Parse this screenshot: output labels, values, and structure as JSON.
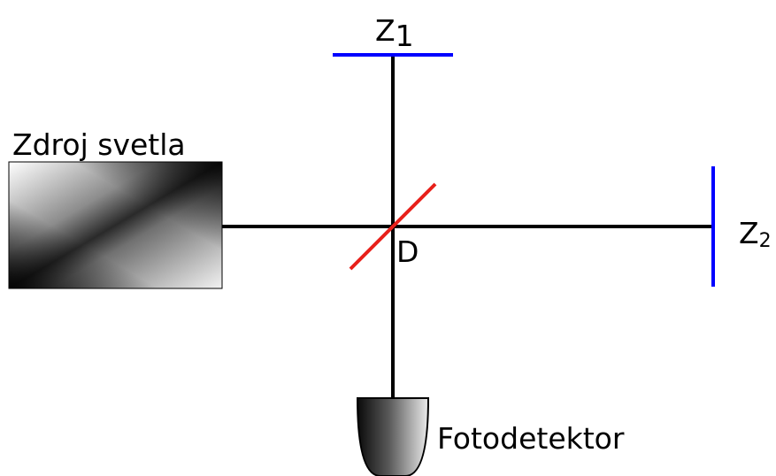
{
  "diagram": {
    "source_label": "Zdroj svetla",
    "mirror1_label": {
      "letter": "Z",
      "subscript": "1"
    },
    "mirror2_label": {
      "letter": "Z",
      "subscript": "2"
    },
    "splitter_label": "D",
    "detector_label": "Fotodetektor"
  },
  "colors": {
    "beam": "#000000",
    "mirror": "#0000ff",
    "splitter": "#e8201a",
    "background": "#ffffff"
  },
  "icons": {
    "source": "light-source-gradient-box",
    "detector": "photodetector-bullet"
  }
}
